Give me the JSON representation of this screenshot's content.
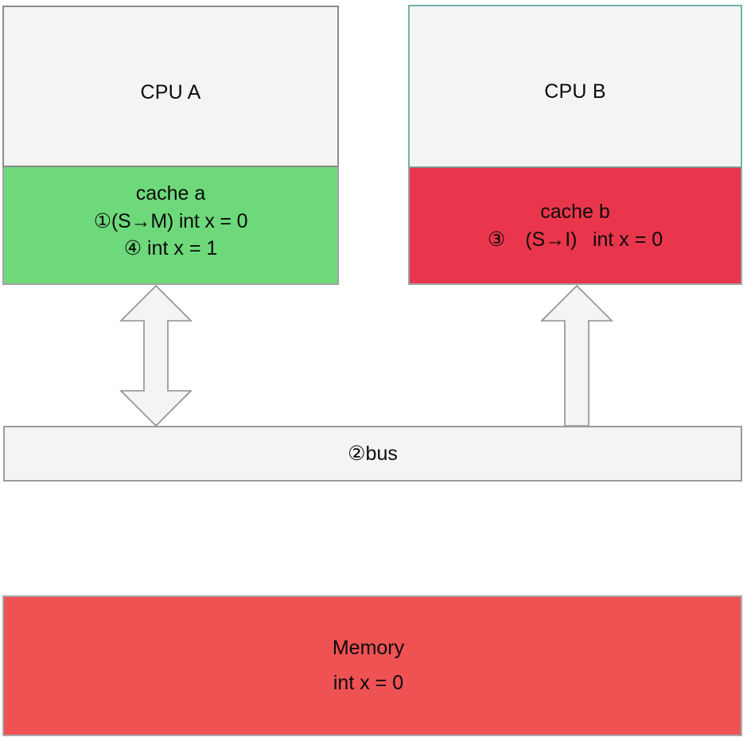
{
  "diagram": {
    "title": "MESI cache coherence bus diagram",
    "colors": {
      "cache_a_fill": "#6ed97b",
      "cache_b_fill": "#ea364c",
      "memory_fill": "#ee5253",
      "cpu_fill": "#f4f4f4",
      "bus_fill": "#f4f4f4",
      "cpu_a_border": "#8c8c8c",
      "cpu_b_border": "#6fb3ad",
      "arrow_fill": "#f4f4f4",
      "arrow_stroke": "#8f8f8f",
      "text": "#0b0b0b"
    }
  },
  "cpu_a": {
    "label": "CPU A",
    "cache": {
      "title": "cache a",
      "line_1": "①(S→M) int x = 0",
      "line_2": "④ int x = 1"
    }
  },
  "cpu_b": {
    "label": "CPU B",
    "cache": {
      "title": "cache b",
      "line_1": "③ (S→I)  int x = 0"
    }
  },
  "bus": {
    "label": "②bus"
  },
  "memory": {
    "title": "Memory",
    "value": "int x = 0"
  },
  "arrows": {
    "left": {
      "name": "cache-a-to-bus-double-arrow",
      "direction": "bidirectional"
    },
    "right": {
      "name": "bus-to-cache-b-arrow",
      "direction": "up"
    }
  }
}
